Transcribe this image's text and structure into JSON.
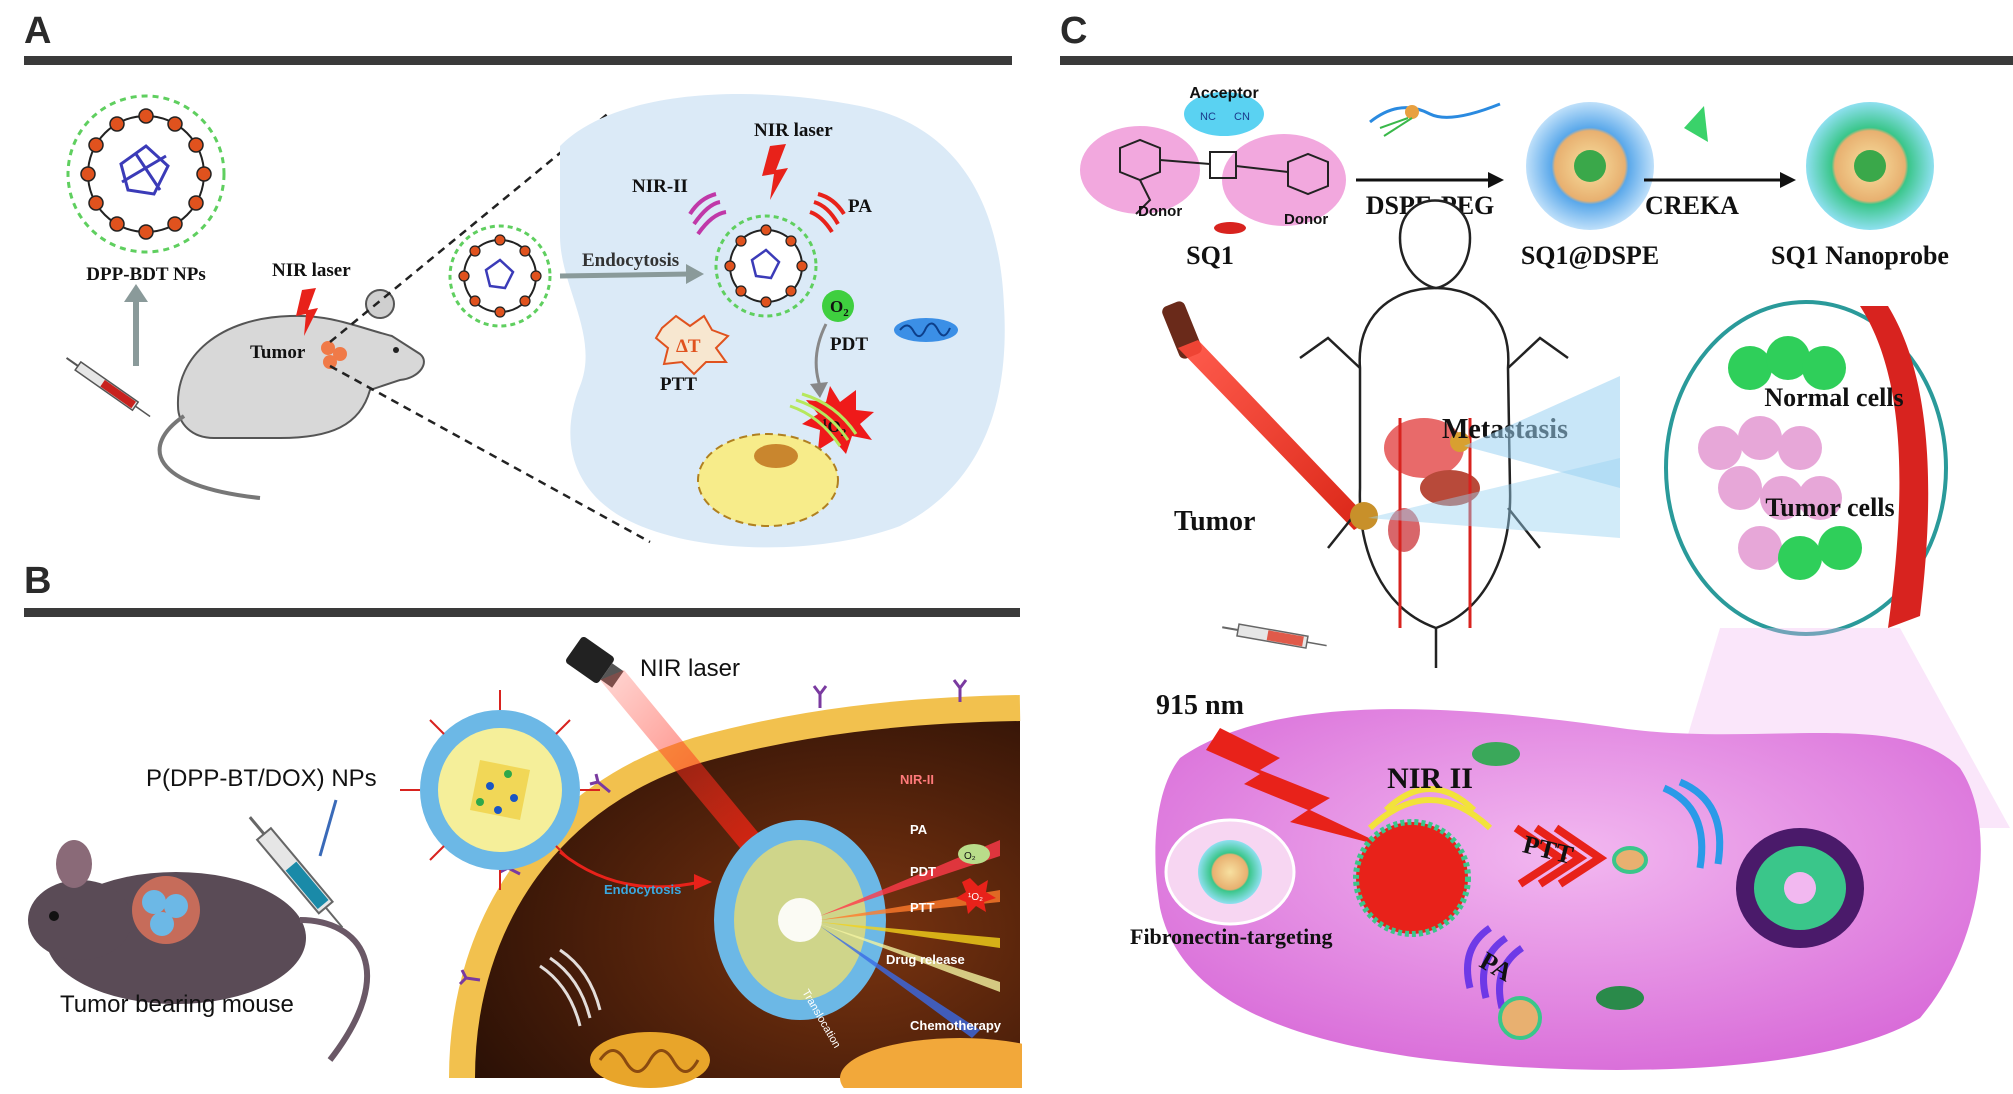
{
  "panels": {
    "a": {
      "letter": "A",
      "np_label": "DPP-BDT NPs",
      "laser_label": "NIR laser",
      "tumor_label": "Tumor",
      "endocytosis_label": "Endocytosis",
      "cell_laser_label": "NIR laser",
      "nir2_label": "NIR-II",
      "pa_label": "PA",
      "o2_label": "O",
      "o2_sub": "2",
      "pdt_label": "PDT",
      "dt_label": "ΔT",
      "ptt_label": "PTT",
      "singlet_sup": "1",
      "singlet_label": "O",
      "singlet_sub": "2"
    },
    "b": {
      "letter": "B",
      "np_label": "P(DPP-BT/DOX) NPs",
      "mouse_label": "Tumor bearing mouse",
      "laser_label": "NIR laser",
      "endocytosis_label": "Endocytosis",
      "nir2_label": "NIR-II",
      "pa_label": "PA",
      "pdt_label": "PDT",
      "ptt_label": "PTT",
      "o2_label": "O₂",
      "singlet_label": "¹O₂",
      "drug_release_label": "Drug release",
      "translocation_label": "Translocation",
      "chemo_label": "Chemotherapy"
    },
    "c": {
      "letter": "C",
      "acceptor_label": "Acceptor",
      "nc_label": "NC",
      "cn_label": "CN",
      "donor_left_label": "Donor",
      "donor_right_label": "Donor",
      "sq1_label": "SQ1",
      "dspe_peg_label": "DSPE-PEG",
      "sq1_dspe_label": "SQ1@DSPE",
      "creka_label": "CREKA",
      "nanoprobe_label": "SQ1 Nanoprobe",
      "metastasis_label": "Metastasis",
      "tumor_label": "Tumor",
      "normal_cells_label": "Normal cells",
      "tumor_cells_label": "Tumor cells",
      "wavelength_label": "915 nm",
      "nir2_label": "NIR II",
      "ptt_label": "PTT",
      "pa_label": "PA",
      "fibronectin_label": "Fibronectin-targeting"
    }
  },
  "colors": {
    "rule": "#3a3a3a",
    "cell_blue": "#dbeaf7",
    "nanoparticle_orange": "#e0521e",
    "peg_green": "#44c24a",
    "laser_red": "#e8221a",
    "membrane_yellow": "#f2c14e",
    "cell_pink": "#e58ae6",
    "vessel_red": "#d8231f",
    "normal_cell_green": "#2fcf5a",
    "tumor_cell_pink": "#e7a7d8"
  }
}
